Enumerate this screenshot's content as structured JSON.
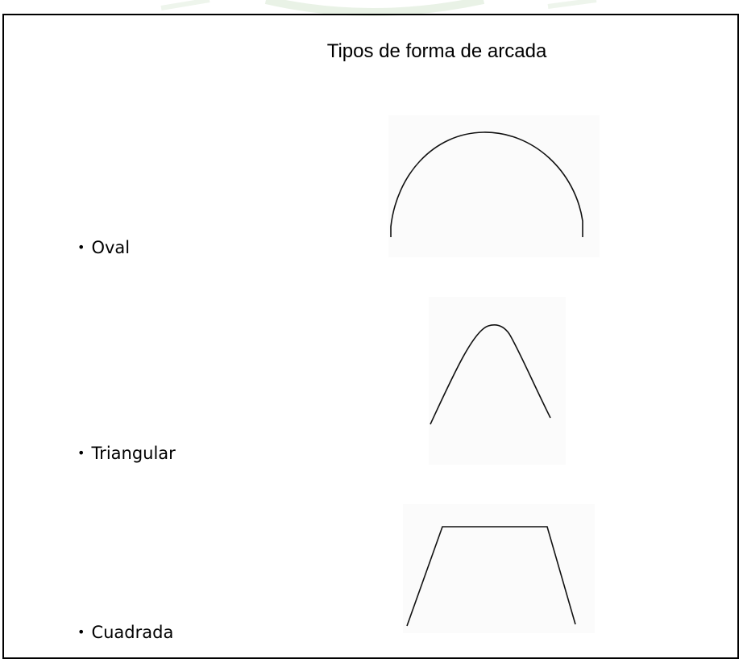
{
  "title": "Tipos de forma de arcada",
  "items": [
    {
      "label": "Oval",
      "shape": "oval-arch"
    },
    {
      "label": "Triangular",
      "shape": "triangular-arch"
    },
    {
      "label": "Cuadrada",
      "shape": "square-arch"
    }
  ],
  "bullet_glyph": "•"
}
